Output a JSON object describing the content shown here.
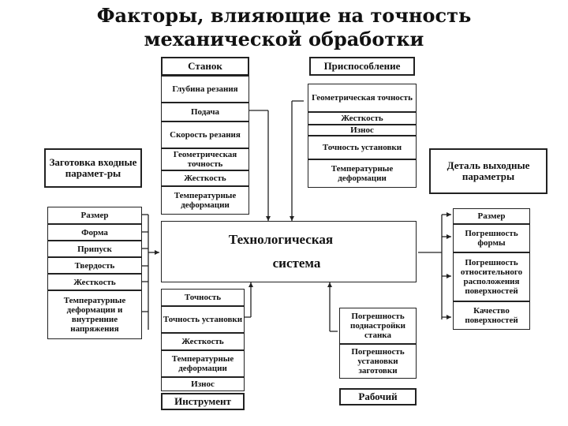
{
  "title_line1": "Факторы, влияющие на точность",
  "title_line2": "механической обработки",
  "machine": {
    "header": "Станок",
    "items": [
      "Глубина резания",
      "Подача",
      "Скорость резания",
      "Геометрическая точность",
      "Жесткость",
      "Температурные деформации"
    ]
  },
  "fixture": {
    "header": "Приспособление",
    "items": [
      "Геометрическая точность",
      "Жесткость",
      "Износ",
      "Точность установки",
      "Температурные деформации"
    ]
  },
  "workpiece": {
    "header": "Заготовка входные парамет-ры",
    "items": [
      "Размер",
      "Форма",
      "Припуск",
      "Твердость",
      "Жесткость",
      "Температурные деформации и внутренние напряжения"
    ]
  },
  "part": {
    "header": "Деталь выходные параметры",
    "items": [
      "Размер",
      "Погрешность формы",
      "Погрешность относительного расположения поверхностей",
      "Качество поверхностей"
    ]
  },
  "center": {
    "line1": "Технологическая",
    "line2": "система"
  },
  "tool": {
    "header": "Инструмент",
    "items": [
      "Точность",
      "Точность установки",
      "Жесткость",
      "Температурные деформации",
      "Износ"
    ]
  },
  "worker": {
    "header": "Рабочий",
    "items": [
      "Погрешность поднастройки станка",
      "Погрешность установки заготовки"
    ]
  }
}
